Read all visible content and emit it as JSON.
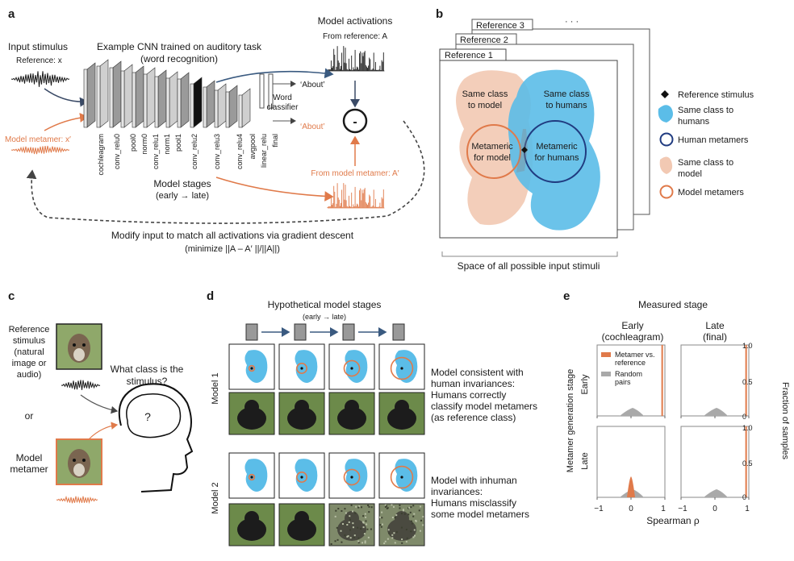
{
  "colors": {
    "orange": "#e07a4a",
    "blue_fill": "#5bbde8",
    "peach_fill": "#f2c9b3",
    "navy": "#203b80",
    "gray": "#a9a9a9",
    "dark": "#1a1a1a"
  },
  "panel_a": {
    "letter": "a",
    "input_stimulus": "Input stimulus",
    "reference_x": "Reference: x",
    "model_metamer_x": "Model metamer: x′",
    "cnn_title_1": "Example CNN trained on auditory task",
    "cnn_title_2": "(word recognition)",
    "model_activations": "Model activations",
    "from_reference": "From reference: A",
    "from_metamer": "From model metamer: A′",
    "about_1": "‘About’",
    "about_2": "‘About’",
    "word_classifier_1": "Word",
    "word_classifier_2": "classifier",
    "minus": "-",
    "layers": [
      "cochleagram",
      "conv_relu0",
      "pool0",
      "norm0",
      "conv_relu1",
      "norm1",
      "pool1",
      "conv_relu2",
      "conv_relu3",
      "conv_relu4",
      "avgpool",
      "linear_relu",
      "final"
    ],
    "model_stages_1": "Model stages",
    "model_stages_2": "(early → late)",
    "gradient_1": "Modify input to match all activations via gradient descent",
    "gradient_2": "(minimize ||A – A′ ||/||A||)"
  },
  "panel_b": {
    "letter": "b",
    "references": [
      "Reference 1",
      "Reference 2",
      "Reference 3"
    ],
    "dots": "· · ·",
    "same_class_model": [
      "Same class",
      "to model"
    ],
    "same_class_humans": [
      "Same class",
      "to humans"
    ],
    "metameric_model": [
      "Metameric",
      "for model"
    ],
    "metameric_humans": [
      "Metameric",
      "for humans"
    ],
    "space_label": "Space of all possible input stimuli",
    "legend": [
      {
        "icon": "diamond",
        "lines": [
          "Reference stimulus"
        ]
      },
      {
        "icon": "blue-blob",
        "lines": [
          "Same class to",
          "humans"
        ]
      },
      {
        "icon": "navy-circle",
        "lines": [
          "Human metamers"
        ]
      },
      {
        "icon": "peach-blob",
        "lines": [
          "Same class to",
          "model"
        ]
      },
      {
        "icon": "orange-circle",
        "lines": [
          "Model metamers"
        ]
      }
    ]
  },
  "panel_c": {
    "letter": "c",
    "reference_lines": [
      "Reference",
      "stimulus",
      "(natural",
      "image or",
      "audio)"
    ],
    "or": "or",
    "model_metamer": [
      "Model",
      "metamer"
    ],
    "question": [
      "What class is the",
      "stimulus?"
    ],
    "qmark": "?"
  },
  "panel_d": {
    "letter": "d",
    "title": "Hypothetical model stages",
    "subtitle": "(early → late)",
    "model1": "Model 1",
    "model2": "Model 2",
    "desc1": [
      "Model consistent with",
      "human invariances:",
      "Humans correctly",
      "classify model metamers",
      "(as reference class)"
    ],
    "desc2": [
      "Model with inhuman",
      "invariances:",
      "Humans misclassify",
      "some model metamers"
    ],
    "model1_circle_r": [
      0.12,
      0.22,
      0.34,
      0.48
    ],
    "model2_circle_r": [
      0.12,
      0.22,
      0.34,
      0.48
    ]
  },
  "panel_e": {
    "letter": "e",
    "title": "Measured stage",
    "col_early": [
      "Early",
      "(cochleagram)"
    ],
    "col_late": [
      "Late",
      "(final)"
    ],
    "row_early": "Early",
    "row_late": "Late",
    "y_left_label": "Metamer generation stage",
    "y_right_label": "Fraction of samples",
    "x_label": "Spearman ρ",
    "x_ticks": [
      "−1",
      "0",
      "1",
      "−1",
      "0",
      "1"
    ],
    "y_ticks": [
      "0",
      "0.5",
      "1.0",
      "0",
      "0.5",
      "1.0"
    ],
    "legend_metamer": [
      "Metamer vs.",
      "reference"
    ],
    "legend_random": [
      "Random",
      "pairs"
    ]
  }
}
